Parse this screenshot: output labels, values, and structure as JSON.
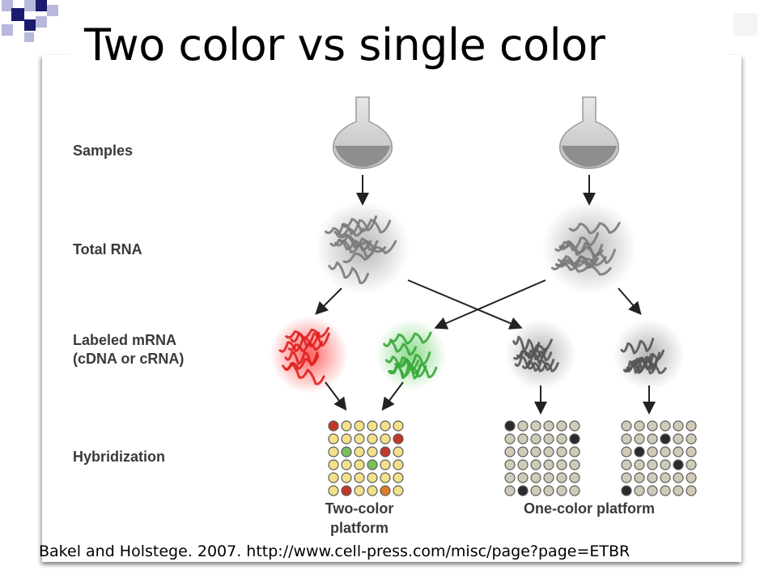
{
  "slide": {
    "title": "Two color vs single color",
    "citation": "Bakel and Holstege. 2007. http://www.cell-press.com/misc/page?page=ETBR"
  },
  "diagram": {
    "row_labels": {
      "samples": "Samples",
      "total_rna": "Total RNA",
      "labeled_line1": "Labeled mRNA",
      "labeled_line2": "(cDNA or cRNA)",
      "hybridization": "Hybridization"
    },
    "platforms": {
      "two_color_line1": "Two-color",
      "two_color_line2": "platform",
      "one_color": "One-color platform"
    },
    "colors": {
      "red_label": "#e02020",
      "green_label": "#3aa83a",
      "grey_label": "#555555",
      "spot_yellow": "#f2e08a",
      "spot_red": "#c0392b",
      "spot_green": "#7cbf5a",
      "spot_orange": "#e07b2a",
      "spot_grey": "#cfcbb8",
      "spot_dark": "#2b2b2b",
      "deco_navy": "#1b1b6e",
      "deco_lavender": "#b8b8dc"
    }
  }
}
